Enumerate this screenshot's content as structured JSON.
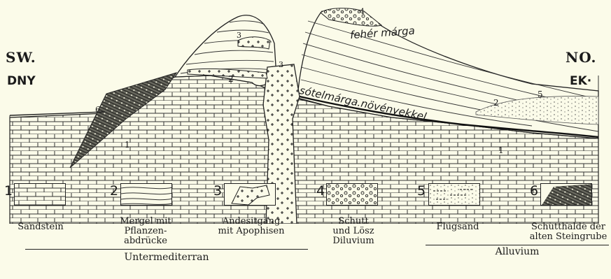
{
  "orientation": {
    "left_top": "SW.",
    "left_bottom": "DNY",
    "right_top": "NO.",
    "right_bottom": "EK·"
  },
  "section_labels": {
    "upper_marl": "fehér márga",
    "lower_marl": "sótelmárga.növényekkel",
    "n1_left": "1",
    "n1_right": "1",
    "n2_left": "2",
    "n2_right": "2",
    "n3_left": "3",
    "n3_mid": "3",
    "n4": "4",
    "n5": "5",
    "n6": "6"
  },
  "legend": [
    {
      "num": "1",
      "text": "Sandstein",
      "icon": "sandstone-pattern"
    },
    {
      "num": "2",
      "text": "Mergel mit\nPflanzen-\nabdrücke",
      "icon": "marl-pattern"
    },
    {
      "num": "3",
      "text": "Andesitgang\nmit Apophisen",
      "icon": "andesite-pattern"
    },
    {
      "num": "4",
      "text": "Schutt\nund Lösz\nDiluvium",
      "icon": "rubble-pattern"
    },
    {
      "num": "5",
      "text": "Flugsand",
      "icon": "sand-pattern"
    },
    {
      "num": "6",
      "text": "Schutthalde der\nalten Steingrube",
      "icon": "scree-pattern"
    }
  ],
  "groups": {
    "untermediterran": "Untermediterran",
    "alluvium": "Alluvium"
  }
}
